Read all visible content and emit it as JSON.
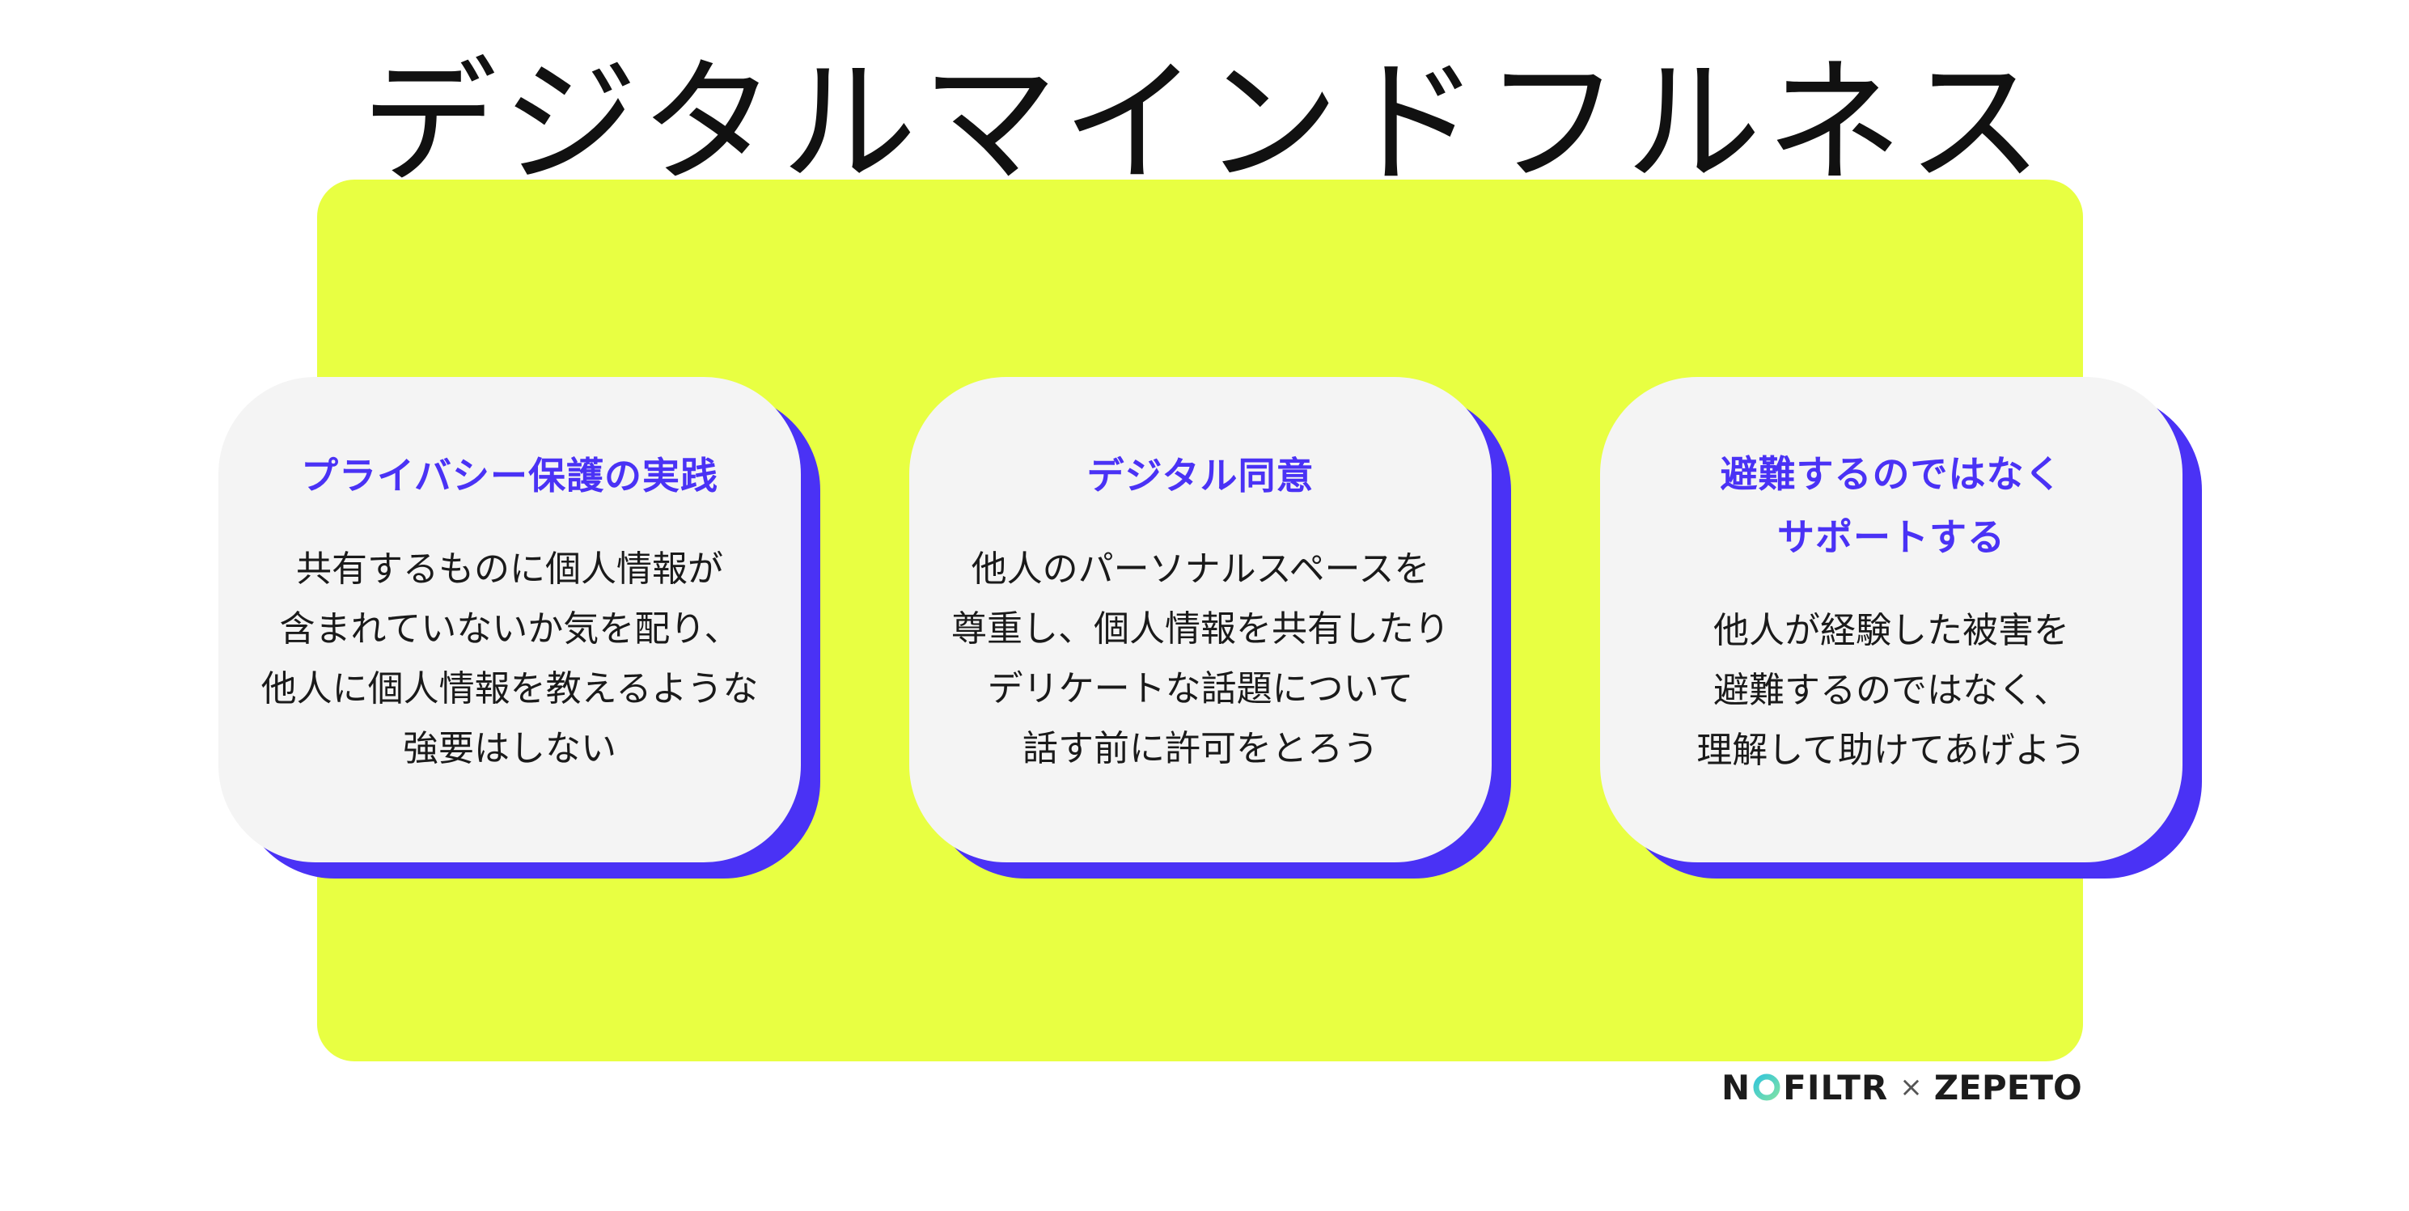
{
  "title": "デジタルマインドフルネス",
  "cards": [
    {
      "heading": "プライバシー保護の実践",
      "body": "共有するものに個人情報が\n含まれていないか気を配り、\n他人に個人情報を教えるような\n強要はしない"
    },
    {
      "heading": "デジタル同意",
      "body": "他人のパーソナルスペースを\n尊重し、個人情報を共有したり\nデリケートな話題について\n話す前に許可をとろう"
    },
    {
      "heading": "避難するのではなく\nサポートする",
      "body": "他人が経験した被害を\n避難するのではなく、\n理解して助けてあげよう"
    }
  ],
  "brand": {
    "nofiltr_prefix": "N",
    "nofiltr_suffix": "FILTR",
    "separator": "×",
    "zepeto": "ZEPETO"
  },
  "colors": {
    "panel": "#e8ff42",
    "accent": "#4a32f5",
    "card": "#f4f4f4",
    "logo_o_gradient": [
      "#35c6d8",
      "#7be0a8"
    ]
  },
  "icons": {
    "nofiltr_o": "ring-logo-icon"
  }
}
